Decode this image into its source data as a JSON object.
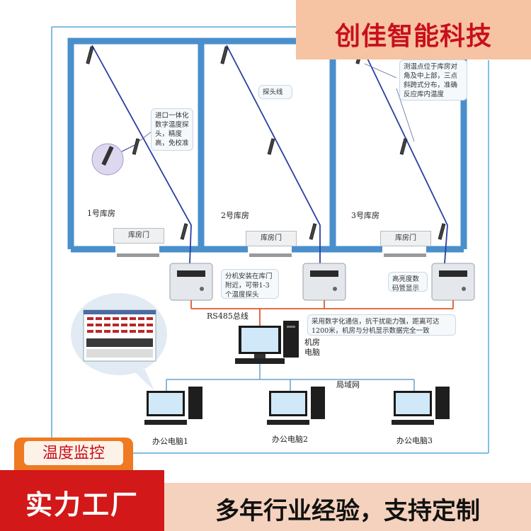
{
  "brand": {
    "company": "创佳智能科技"
  },
  "rooms": [
    {
      "label": "1号库房",
      "door": "库房门"
    },
    {
      "label": "2号库房",
      "door": "库房门"
    },
    {
      "label": "3号库房",
      "door": "库房门"
    }
  ],
  "callouts": {
    "probe": "进口一体化数字温度探头，精度高，免校准",
    "probe_line": "探头线",
    "measure_points": "测温点位于库房对角及中上部，三点斜跨式分布，准确反应库内温度",
    "controller": "分机安装在库门附近，可带1-3个温度探头",
    "display": "高亮度数码管显示",
    "comm": "采用数字化通信，抗干扰能力强，距离可达1200米，机房与分机显示数据完全一致"
  },
  "network": {
    "bus": "RS485总线",
    "server": "机房电脑",
    "lan": "局域网"
  },
  "offices": [
    "办公电脑1",
    "办公电脑2",
    "办公电脑3"
  ],
  "badges": {
    "monitor": "温度监控",
    "factory": "实力工厂",
    "slogan": "多年行业经验，支持定制"
  },
  "colors": {
    "wall": "#4a8fcc",
    "probe_wire": "#2a3fa0",
    "bus": "#e05a2a",
    "lan": "#6aa0cc",
    "banner": "#f6c3a3",
    "brand_text": "#c8101a",
    "badge_orange": "#ee7a22",
    "badge_red": "#d21818",
    "slogan_bar": "#f4d2bd"
  }
}
